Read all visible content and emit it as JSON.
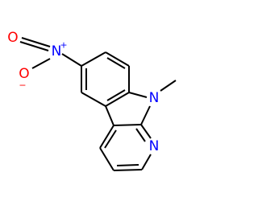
{
  "molecule": {
    "colors": {
      "bond": "#000000",
      "nitrogen": "#0000ff",
      "oxygen": "#ff0000"
    },
    "labels": {
      "nitro_nitrogen": "N",
      "nitro_nitrogen_charge": "+",
      "nitro_oxygen_double": "O",
      "nitro_oxygen_single": "O",
      "nitro_oxygen_charge": "−",
      "indole_nitrogen": "N",
      "pyridine_nitrogen": "N"
    }
  }
}
